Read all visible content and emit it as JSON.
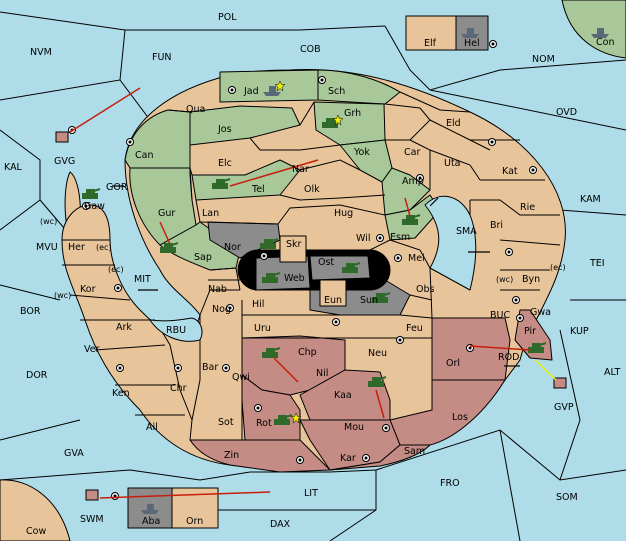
{
  "colors": {
    "sea": "#aedce8",
    "neutral": "#e8c49a",
    "green": "#a8c89a",
    "red": "#c48c84",
    "grey": "#8c8c8c",
    "black": "#000000",
    "arrow": "#c81e0c",
    "support": "#f0f000"
  },
  "sea": {
    "pol": "POL",
    "nvm": "NVM",
    "fun": "FUN",
    "cob": "COB",
    "nom": "NOM",
    "ovd": "OVD",
    "kal": "KAL",
    "kam": "KAM",
    "mvu": "MVU",
    "tei": "TEI",
    "bor": "BOR",
    "kup": "KUP",
    "dor": "DOR",
    "alt": "ALT",
    "gva": "GVA",
    "fro": "FRO",
    "lit": "LIT",
    "som": "SOM",
    "dax": "DAX",
    "sma": "SMA",
    "mit": "MIT",
    "rbu": "RBU",
    "buc": "BUC",
    "rod": "ROD",
    "gor": "GOR"
  },
  "land": {
    "jad": "Jad",
    "sch": "Sch",
    "qua": "Qua",
    "jos": "Jos",
    "grh": "Grh",
    "eld": "Eld",
    "can": "Can",
    "car": "Car",
    "yok": "Yok",
    "uta": "Uta",
    "elc": "Elc",
    "nar": "Nar",
    "kat": "Kat",
    "amp": "Amp",
    "tel": "Tel",
    "olk": "Olk",
    "gur": "Gur",
    "lan": "Lan",
    "hug": "Hug",
    "rie": "Rie",
    "esm": "Esm",
    "bri": "Bri",
    "nor": "Nor",
    "skr": "Skr",
    "wil": "Wil",
    "mel": "Mel",
    "ost": "Ost",
    "her": "Her",
    "sap": "Sap",
    "web": "Web",
    "byn": "Byn",
    "kor": "Kor",
    "nab": "Nab",
    "eun": "Eun",
    "sun": "Sun",
    "obs": "Obs",
    "hil": "Hil",
    "nog": "Nog",
    "gwa": "Gwa",
    "ark": "Ark",
    "uru": "Uru",
    "feu": "Feu",
    "pir": "Pir",
    "ver": "Ver",
    "chp": "Chp",
    "neu": "Neu",
    "orl": "Orl",
    "bar": "Bar",
    "qwi": "Qwi",
    "nil": "Nil",
    "ken": "Ken",
    "chr": "Chr",
    "kaa": "Kaa",
    "sot": "Sot",
    "los": "Los",
    "ail": "Ail",
    "rot": "Rot",
    "mou": "Mou",
    "zin": "Zin",
    "sam": "Sam",
    "kar": "Kar",
    "gaw": "Gaw",
    "gvg": "GVG",
    "gvp": "GVP",
    "elf": "Elf",
    "hel": "Hel",
    "con": "Con",
    "cow": "Cow",
    "swm": "SWM",
    "aba": "Aba",
    "orn": "Orn"
  },
  "coast": {
    "wc": "(wc)",
    "ec": "(ec)"
  }
}
